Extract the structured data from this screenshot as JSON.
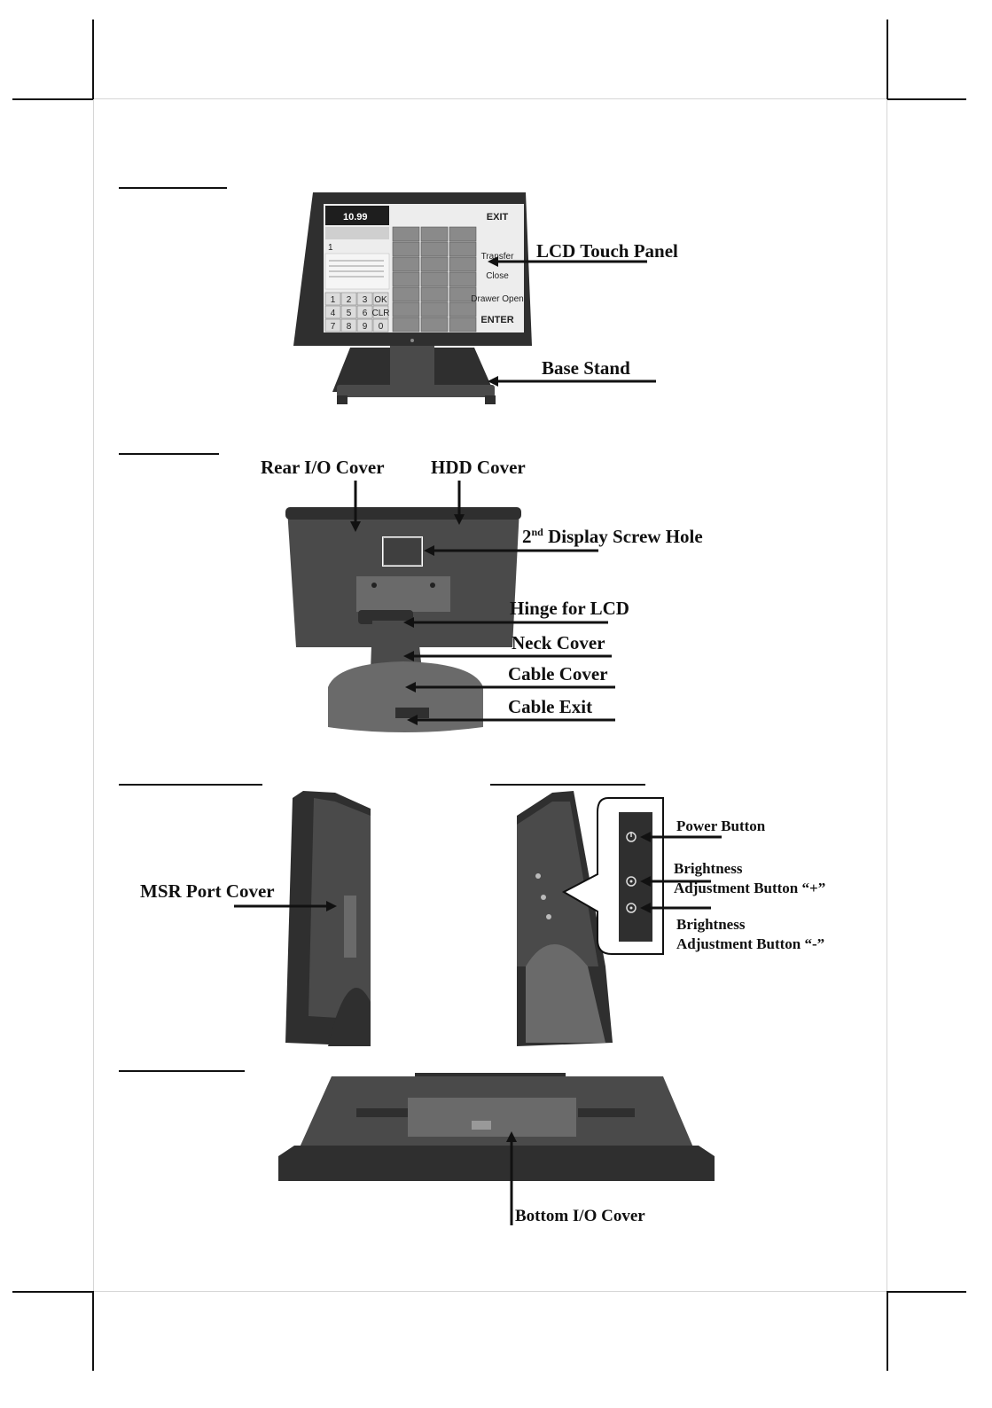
{
  "figure_front": {
    "screen_total": "10.99",
    "screen_item_count": "1",
    "keypad": [
      "1",
      "2",
      "3",
      "OK",
      "4",
      "5",
      "6",
      "CLR",
      "7",
      "8",
      "9",
      "0"
    ],
    "side_buttons": [
      "EXIT",
      "Transfer",
      "Close",
      "Drawer Open",
      "ENTER"
    ],
    "callouts": {
      "lcd_touch_panel": "LCD Touch Panel",
      "base_stand": "Base Stand"
    }
  },
  "figure_rear": {
    "callouts": {
      "rear_io_cover": "Rear I/O Cover",
      "hdd_cover": "HDD Cover",
      "display_screw_hole_prefix": "2",
      "display_screw_hole_sup": "nd",
      "display_screw_hole_rest": " Display Screw Hole",
      "hinge_for_lcd": "Hinge for LCD",
      "neck_cover": "Neck Cover",
      "cable_cover": "Cable Cover",
      "cable_exit": "Cable Exit"
    }
  },
  "figure_left_side": {
    "callouts": {
      "msr_port_cover": "MSR Port Cover"
    }
  },
  "figure_right_side": {
    "callouts": {
      "power_button": "Power Button",
      "brightness_plus_line1": "Brightness",
      "brightness_plus_line2": "Adjustment Button “+”",
      "brightness_minus_line1": "Brightness",
      "brightness_minus_line2": "Adjustment Button “-”"
    }
  },
  "figure_bottom": {
    "callouts": {
      "bottom_io_cover": "Bottom I/O Cover"
    }
  }
}
